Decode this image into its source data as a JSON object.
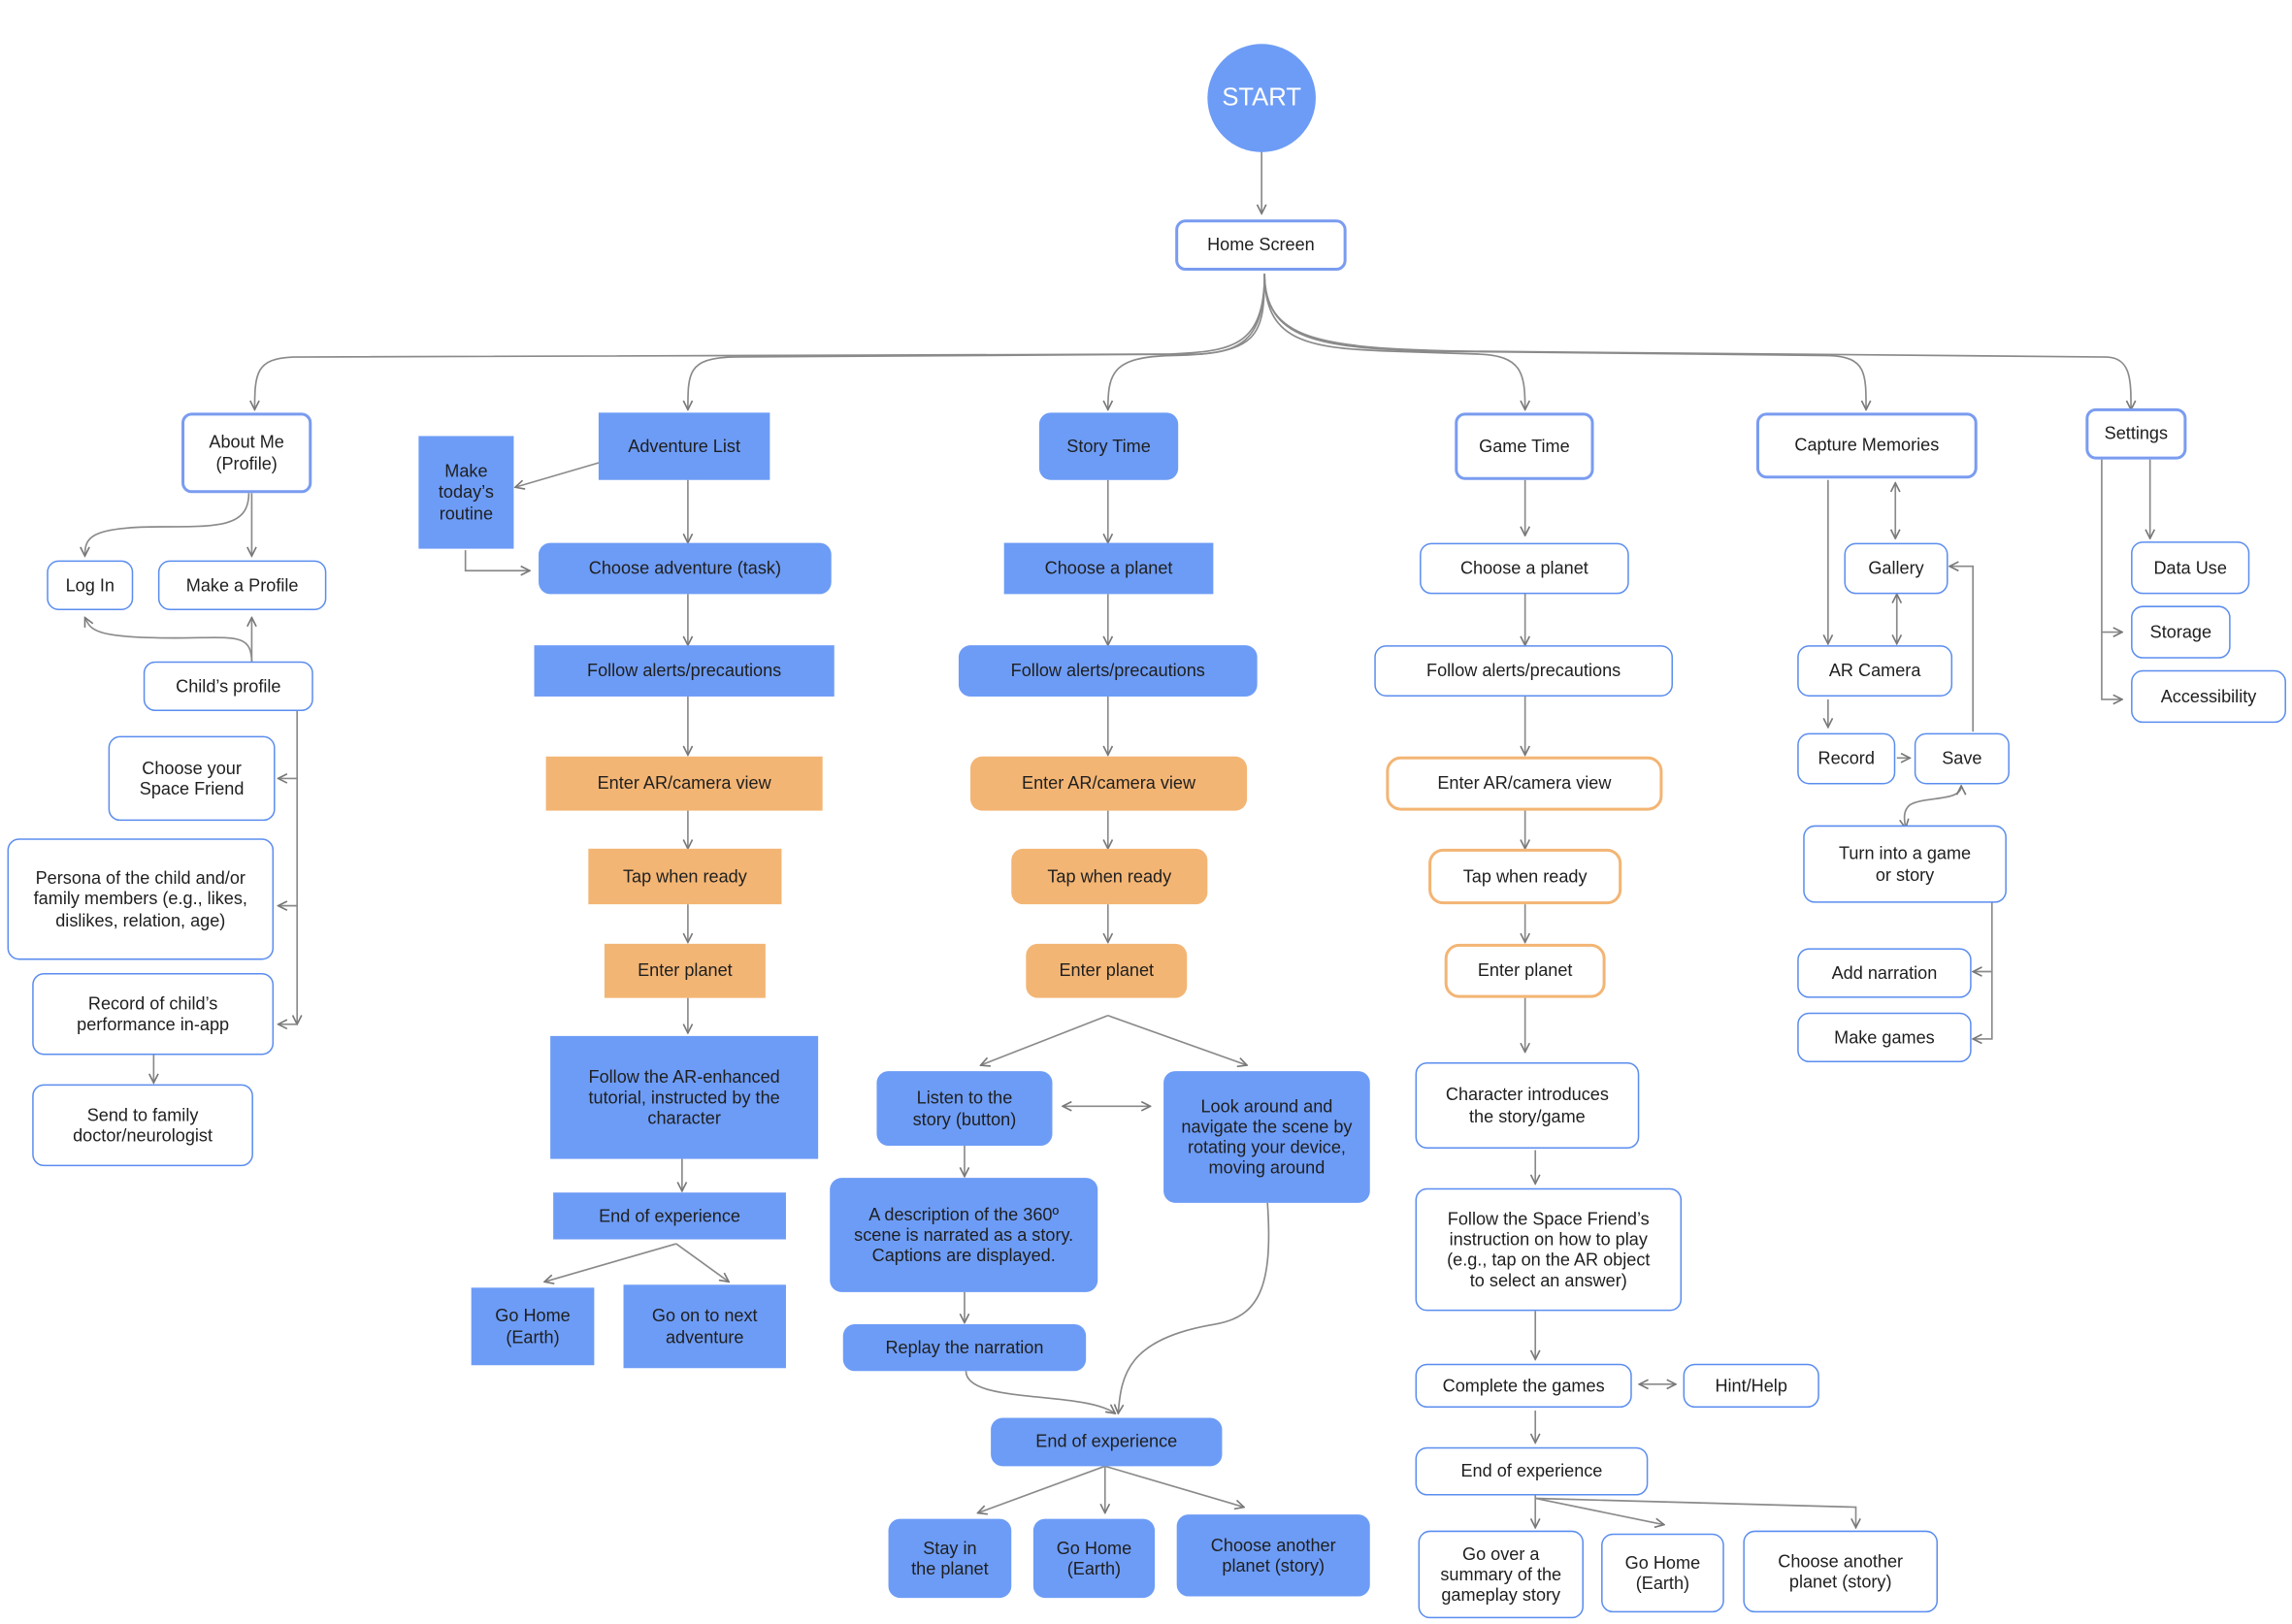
{
  "start": "START",
  "home": "Home Screen",
  "about": {
    "title": "About Me\n(Profile)",
    "log_in": "Log In",
    "make_profile": "Make a Profile",
    "child_profile": "Child’s profile",
    "space_friend": "Choose your\nSpace Friend",
    "persona": "Persona of the child and/or\nfamily members (e.g., likes,\ndislikes, relation, age)",
    "record": "Record of child’s\nperformance in-app",
    "send": "Send to family\ndoctor/neurologist"
  },
  "adventure": {
    "title": "Adventure List",
    "routine": "Make\ntoday’s\nroutine",
    "choose": "Choose adventure (task)",
    "alerts": "Follow alerts/precautions",
    "ar": "Enter AR/camera view",
    "tap": "Tap when ready",
    "planet": "Enter planet",
    "tutorial": "Follow the AR-enhanced\ntutorial, instructed by the\ncharacter",
    "end": "End of experience",
    "home": "Go Home\n(Earth)",
    "next": "Go on to next\nadventure"
  },
  "story": {
    "title": "Story Time",
    "choose": "Choose a planet",
    "alerts": "Follow alerts/precautions",
    "ar": "Enter AR/camera view",
    "tap": "Tap when ready",
    "planet": "Enter planet",
    "listen": "Listen to the\nstory (button)",
    "look": "Look around and\nnavigate the scene by\nrotating your device,\nmoving around",
    "description": "A description of the 360º\nscene is narrated as a story.\nCaptions are displayed.",
    "replay": "Replay the narration",
    "end": "End of experience",
    "stay": "Stay in\nthe planet",
    "home": "Go Home\n(Earth)",
    "another": "Choose another\nplanet (story)"
  },
  "game": {
    "title": "Game Time",
    "choose": "Choose a planet",
    "alerts": "Follow alerts/precautions",
    "ar": "Enter AR/camera view",
    "tap": "Tap when ready",
    "planet": "Enter planet",
    "intro": "Character introduces\nthe story/game",
    "follow": "Follow the Space Friend’s\ninstruction on how to play\n(e.g., tap on the AR object\nto select an answer)",
    "complete": "Complete the games",
    "hint": "Hint/Help",
    "end": "End of experience",
    "summary": "Go over a\nsummary of the\ngameplay story",
    "home": "Go Home\n(Earth)",
    "another": "Choose another\nplanet (story)"
  },
  "capture": {
    "title": "Capture Memories",
    "gallery": "Gallery",
    "camera": "AR Camera",
    "record": "Record",
    "save": "Save",
    "turn": "Turn into a game\nor story",
    "narration": "Add narration",
    "games": "Make games"
  },
  "settings": {
    "title": "Settings",
    "data": "Data Use",
    "storage": "Storage",
    "accessibility": "Accessibility"
  },
  "colors": {
    "blue_fill": "#6d9cf6",
    "blue_outline": "#5b8def",
    "orange": "#f3b574",
    "line": "#8a8a8a"
  }
}
